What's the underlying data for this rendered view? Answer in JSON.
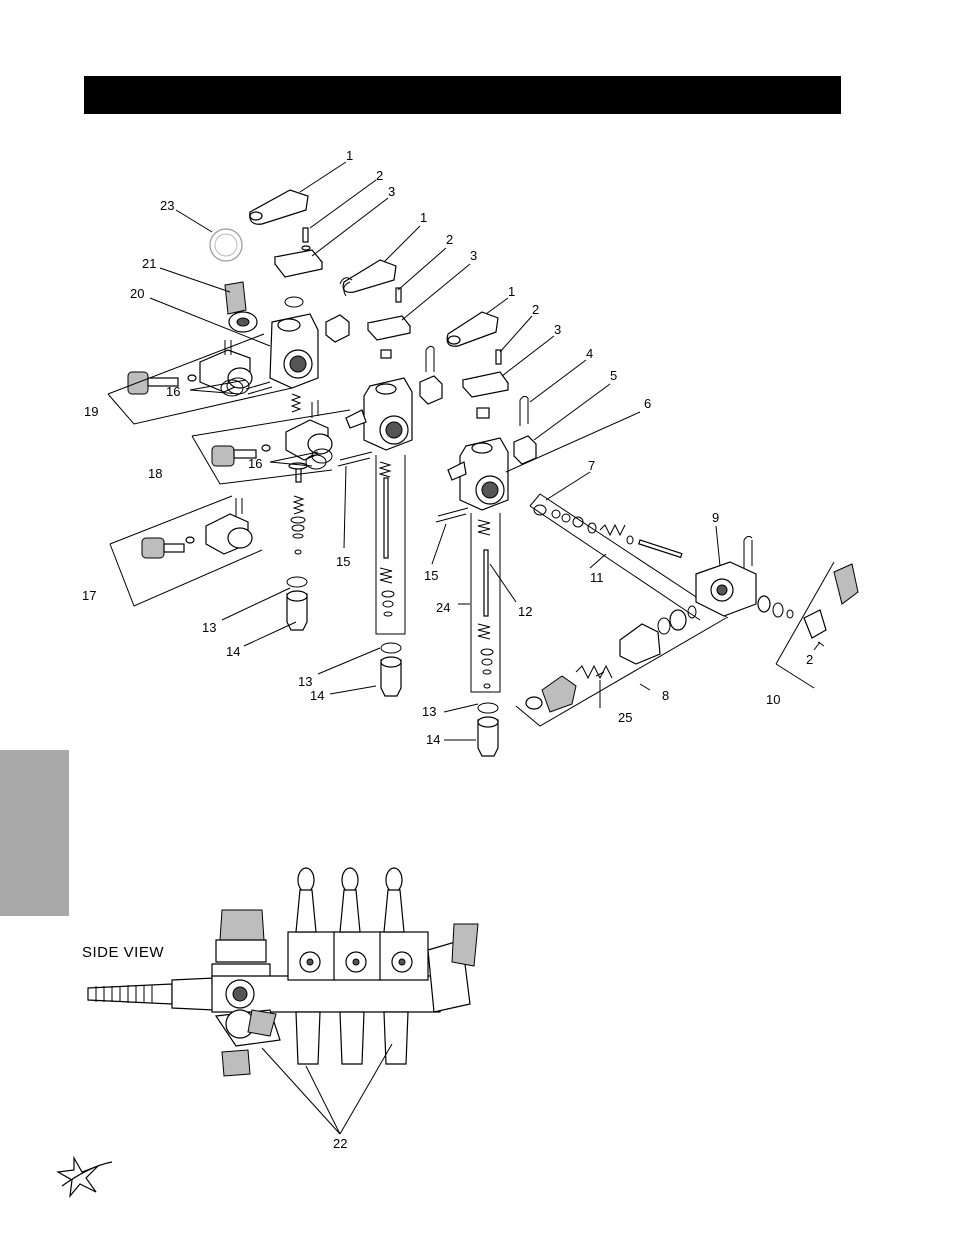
{
  "header": {
    "title": ""
  },
  "side_tab": {
    "label": ""
  },
  "side_view": {
    "label": "SIDE VIEW"
  },
  "callouts": {
    "c1a": "1",
    "c2a": "2",
    "c3a": "3",
    "c1b": "1",
    "c2b": "2",
    "c3b": "3",
    "c1c": "1",
    "c2c": "2",
    "c3c": "3",
    "c4": "4",
    "c5": "5",
    "c6": "6",
    "c7": "7",
    "c9": "9",
    "c23": "23",
    "c21": "21",
    "c20": "20",
    "c19": "19",
    "c16a": "16",
    "c16b": "16",
    "c18": "18",
    "c17": "17",
    "c15a": "15",
    "c15b": "15",
    "c24": "24",
    "c12": "12",
    "c11": "11",
    "c2d": "2",
    "c10": "10",
    "c8": "8",
    "c25": "25",
    "c13a": "13",
    "c14a": "14",
    "c13b": "13",
    "c14b": "14",
    "c13c": "13",
    "c14c": "14",
    "c22": "22"
  },
  "icons": {
    "logo": "star-swoosh-logo"
  }
}
